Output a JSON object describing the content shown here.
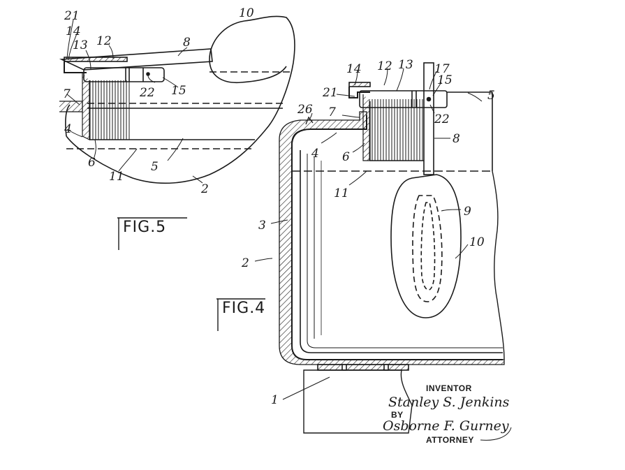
{
  "figures": [
    {
      "label": "FIG.5",
      "refs": [
        "21",
        "14",
        "13",
        "12",
        "8",
        "10",
        "7",
        "4",
        "22",
        "15",
        "6",
        "11",
        "5",
        "2"
      ]
    },
    {
      "label": "FIG.4",
      "refs": [
        "14",
        "12",
        "13",
        "17",
        "15",
        "21",
        "5",
        "26",
        "7",
        "22",
        "4",
        "6",
        "8",
        "11",
        "9",
        "3",
        "10",
        "2",
        "1"
      ]
    }
  ],
  "inventor_block": {
    "inventor_label": "INVENTOR",
    "inventor_name": "Stanley S. Jenkins",
    "by_label": "BY",
    "attorney_signature": "Osborne F. Gurney",
    "attorney_label": "ATTORNEY"
  },
  "colors": {
    "ink": "#1a1a1a",
    "paper": "#ffffff"
  }
}
